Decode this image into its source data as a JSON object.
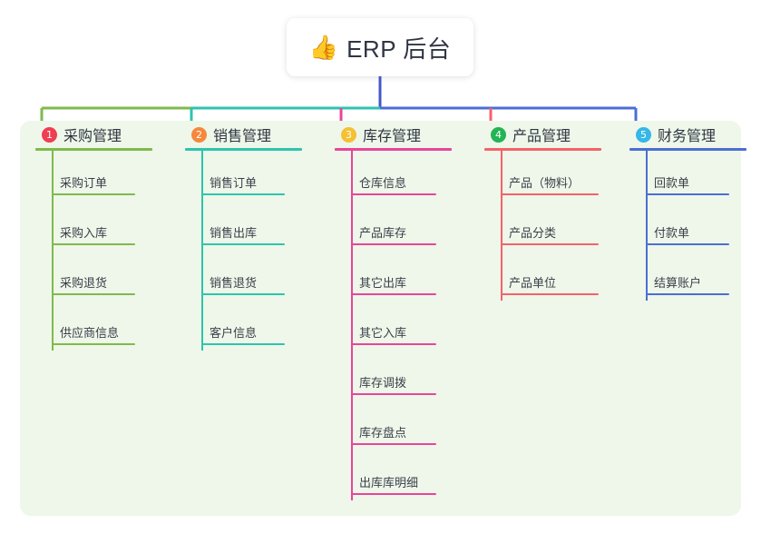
{
  "title": {
    "emoji": "👍",
    "icon_name": "thumbs-up-icon",
    "text": "ERP 后台"
  },
  "theme": {
    "panel_bg": "#eef7e9",
    "page_bg": "#ffffff",
    "stem_color": "#4458c4",
    "text_color": "#2f3542"
  },
  "columns": [
    {
      "number": "1",
      "title": "采购管理",
      "line_color": "#7fba4c",
      "badge_color": "#f03e52",
      "items": [
        "采购订单",
        "采购入库",
        "采购退货",
        "供应商信息"
      ]
    },
    {
      "number": "2",
      "title": "销售管理",
      "line_color": "#2ec4b0",
      "badge_color": "#f5883c",
      "items": [
        "销售订单",
        "销售出库",
        "销售退货",
        "客户信息"
      ]
    },
    {
      "number": "3",
      "title": "库存管理",
      "line_color": "#e8459b",
      "badge_color": "#f5c032",
      "items": [
        "仓库信息",
        "产品库存",
        "其它出库",
        "其它入库",
        "库存调拨",
        "库存盘点",
        "出库库明细"
      ]
    },
    {
      "number": "4",
      "title": "产品管理",
      "line_color": "#f4626b",
      "badge_color": "#22b455",
      "items": [
        "产品（物料）",
        "产品分类",
        "产品单位"
      ]
    },
    {
      "number": "5",
      "title": "财务管理",
      "line_color": "#4a6fd4",
      "badge_color": "#35b7e8",
      "items": [
        "回款单",
        "付款单",
        "结算账户"
      ]
    }
  ]
}
